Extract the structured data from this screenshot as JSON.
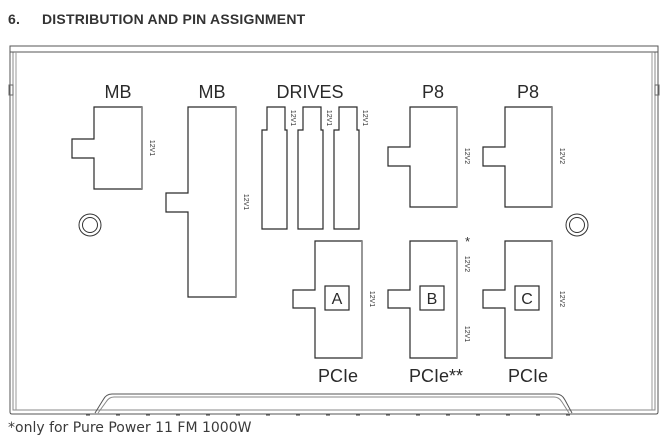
{
  "heading": {
    "number": "6.",
    "title": "DISTRIBUTION AND PIN ASSIGNMENT"
  },
  "diagram": {
    "connectors": [
      {
        "id": "mb-1",
        "group_label": "MB",
        "pin_labels": [
          "12V1"
        ]
      },
      {
        "id": "mb-2",
        "group_label": "MB",
        "pin_labels": [
          "12V1"
        ]
      },
      {
        "id": "drives",
        "group_label": "DRIVES",
        "slots": 3,
        "pin_labels": [
          "12V1",
          "12V1",
          "12V1"
        ]
      },
      {
        "id": "p8-1",
        "group_label": "P8",
        "pin_labels": [
          "12V2"
        ]
      },
      {
        "id": "p8-2",
        "group_label": "P8",
        "pin_labels": [
          "12V2"
        ]
      },
      {
        "id": "pcie-a",
        "group_label": "PCIe",
        "letter": "A",
        "pin_labels": [
          "12V1"
        ]
      },
      {
        "id": "pcie-b",
        "group_label": "PCIe**",
        "letter": "B",
        "pin_labels": [
          "12V2",
          "12V1"
        ],
        "marker": "*"
      },
      {
        "id": "pcie-c",
        "group_label": "PCIe",
        "letter": "C",
        "pin_labels": [
          "12V2"
        ]
      }
    ]
  },
  "footnote": "*only for Pure Power 11 FM 1000W",
  "colors": {
    "line": "#2a2a2a",
    "edge": "#8a8a8a"
  }
}
